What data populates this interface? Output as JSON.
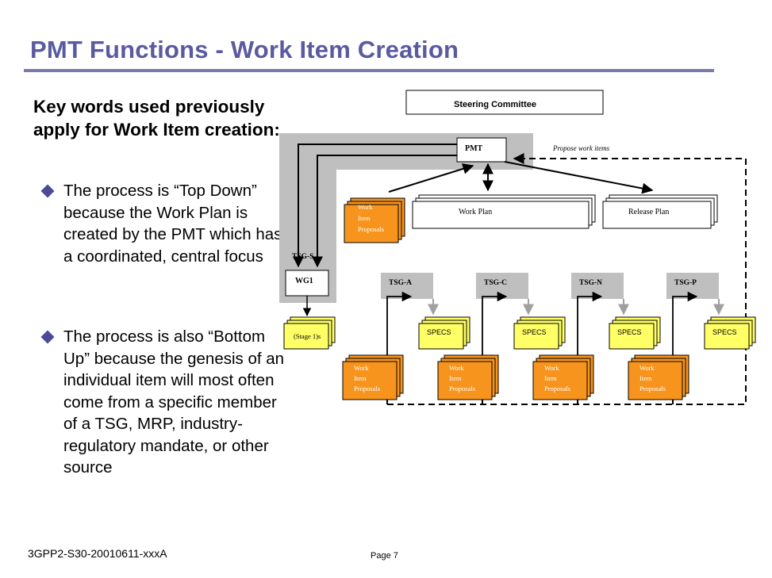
{
  "slide": {
    "title": "PMT Functions - Work Item Creation",
    "heading": "Key words used previously apply for Work Item creation:",
    "bullets": [
      "The process is “Top Down” because the Work Plan is created by the PMT which has a coordinated, central focus",
      "The process is also “Bottom Up” because the genesis of an individual item will most often come from a specific member of a TSG, MRP, industry-regulatory mandate, or other source"
    ],
    "footer_doc": "3GPP2-S30-20010611-xxxA",
    "footer_page": "Page 7"
  },
  "diagram": {
    "steering": "Steering Committee",
    "pmt": "PMT",
    "propose": "Propose work items",
    "wip_top": [
      "Work",
      "Item",
      "Proposals"
    ],
    "work_plan": "Work Plan",
    "release_plan": "Release Plan",
    "tsg_s": "TSG-S",
    "wg1": "WG1",
    "stage1": "(Stage 1)s",
    "tsgs": [
      "TSG-A",
      "TSG-C",
      "TSG-N",
      "TSG-P"
    ],
    "specs": "SPECS",
    "wip": [
      "Work",
      "Item",
      "Proposals"
    ]
  },
  "colors": {
    "title": "#5a5aa0",
    "orange": "#f7941d",
    "yellow": "#ffff66",
    "gray": "#bfbfbf",
    "bullet": "#4a4a9a"
  }
}
